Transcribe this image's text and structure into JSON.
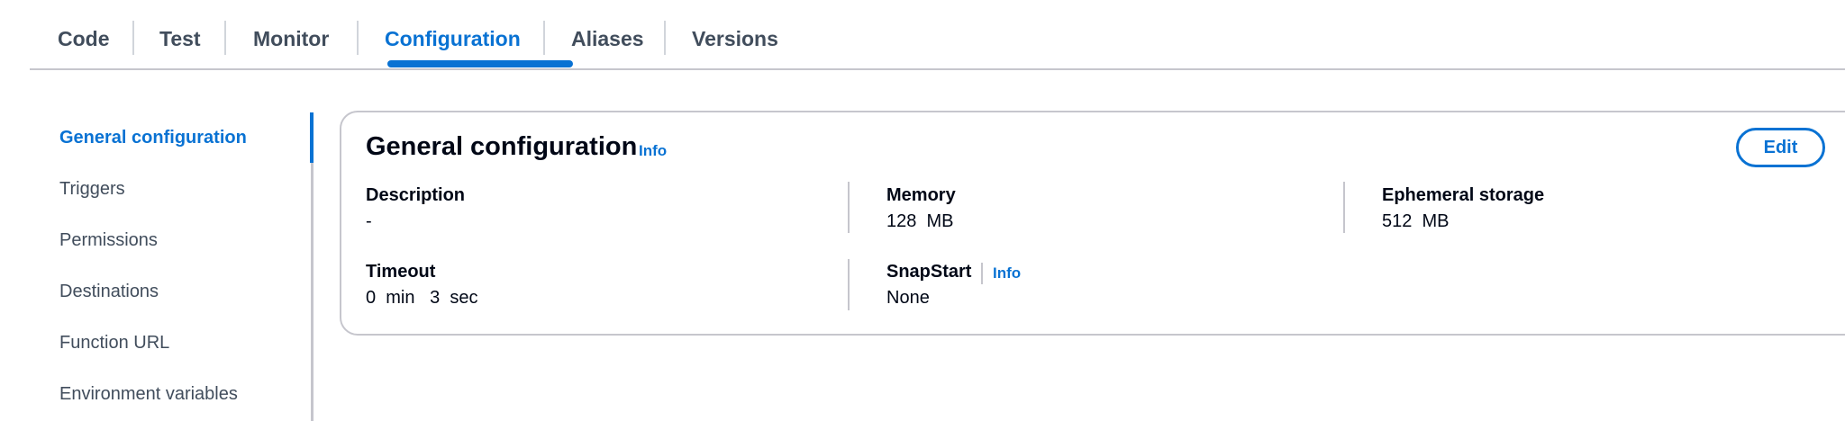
{
  "tabs": [
    {
      "label": "Code",
      "active": false
    },
    {
      "label": "Test",
      "active": false
    },
    {
      "label": "Monitor",
      "active": false
    },
    {
      "label": "Configuration",
      "active": true
    },
    {
      "label": "Aliases",
      "active": false
    },
    {
      "label": "Versions",
      "active": false
    }
  ],
  "sidenav": {
    "items": [
      {
        "label": "General configuration",
        "active": true
      },
      {
        "label": "Triggers",
        "active": false
      },
      {
        "label": "Permissions",
        "active": false
      },
      {
        "label": "Destinations",
        "active": false
      },
      {
        "label": "Function URL",
        "active": false
      },
      {
        "label": "Environment variables",
        "active": false
      }
    ]
  },
  "card": {
    "title": "General configuration",
    "info_label": "Info",
    "edit_label": "Edit",
    "fields": {
      "description": {
        "label": "Description",
        "value": "-"
      },
      "memory": {
        "label": "Memory",
        "value": "128  MB"
      },
      "ephemeral_storage": {
        "label": "Ephemeral storage",
        "value": "512  MB"
      },
      "timeout": {
        "label": "Timeout",
        "value": "0  min   3  sec"
      },
      "snapstart": {
        "label": "SnapStart",
        "info_label": "Info",
        "value": "None"
      }
    }
  },
  "colors": {
    "accent": "#0972d3",
    "text": "#000716",
    "muted_text": "#414d5c",
    "border": "#c6c6cd"
  }
}
